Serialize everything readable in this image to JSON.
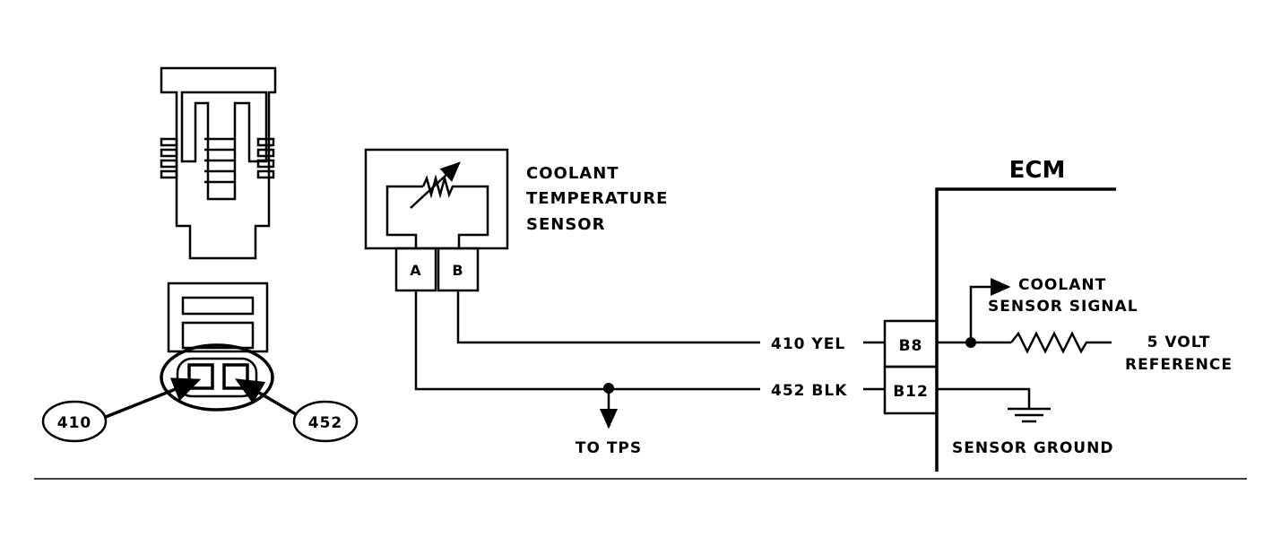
{
  "sensor": {
    "title_line1": "COOLANT",
    "title_line2": "TEMPERATURE",
    "title_line3": "SENSOR",
    "pin_a": "A",
    "pin_b": "B"
  },
  "connector": {
    "callout_left": "410",
    "callout_right": "452"
  },
  "wires": {
    "yel": "410 YEL",
    "blk": "452 BLK",
    "to_tps": "TO TPS"
  },
  "ecm": {
    "title": "ECM",
    "pin_b8": "B8",
    "pin_b12": "B12",
    "signal_line1": "COOLANT",
    "signal_line2": "SENSOR SIGNAL",
    "ref_line1": "5 VOLT",
    "ref_line2": "REFERENCE",
    "ground": "SENSOR GROUND"
  }
}
